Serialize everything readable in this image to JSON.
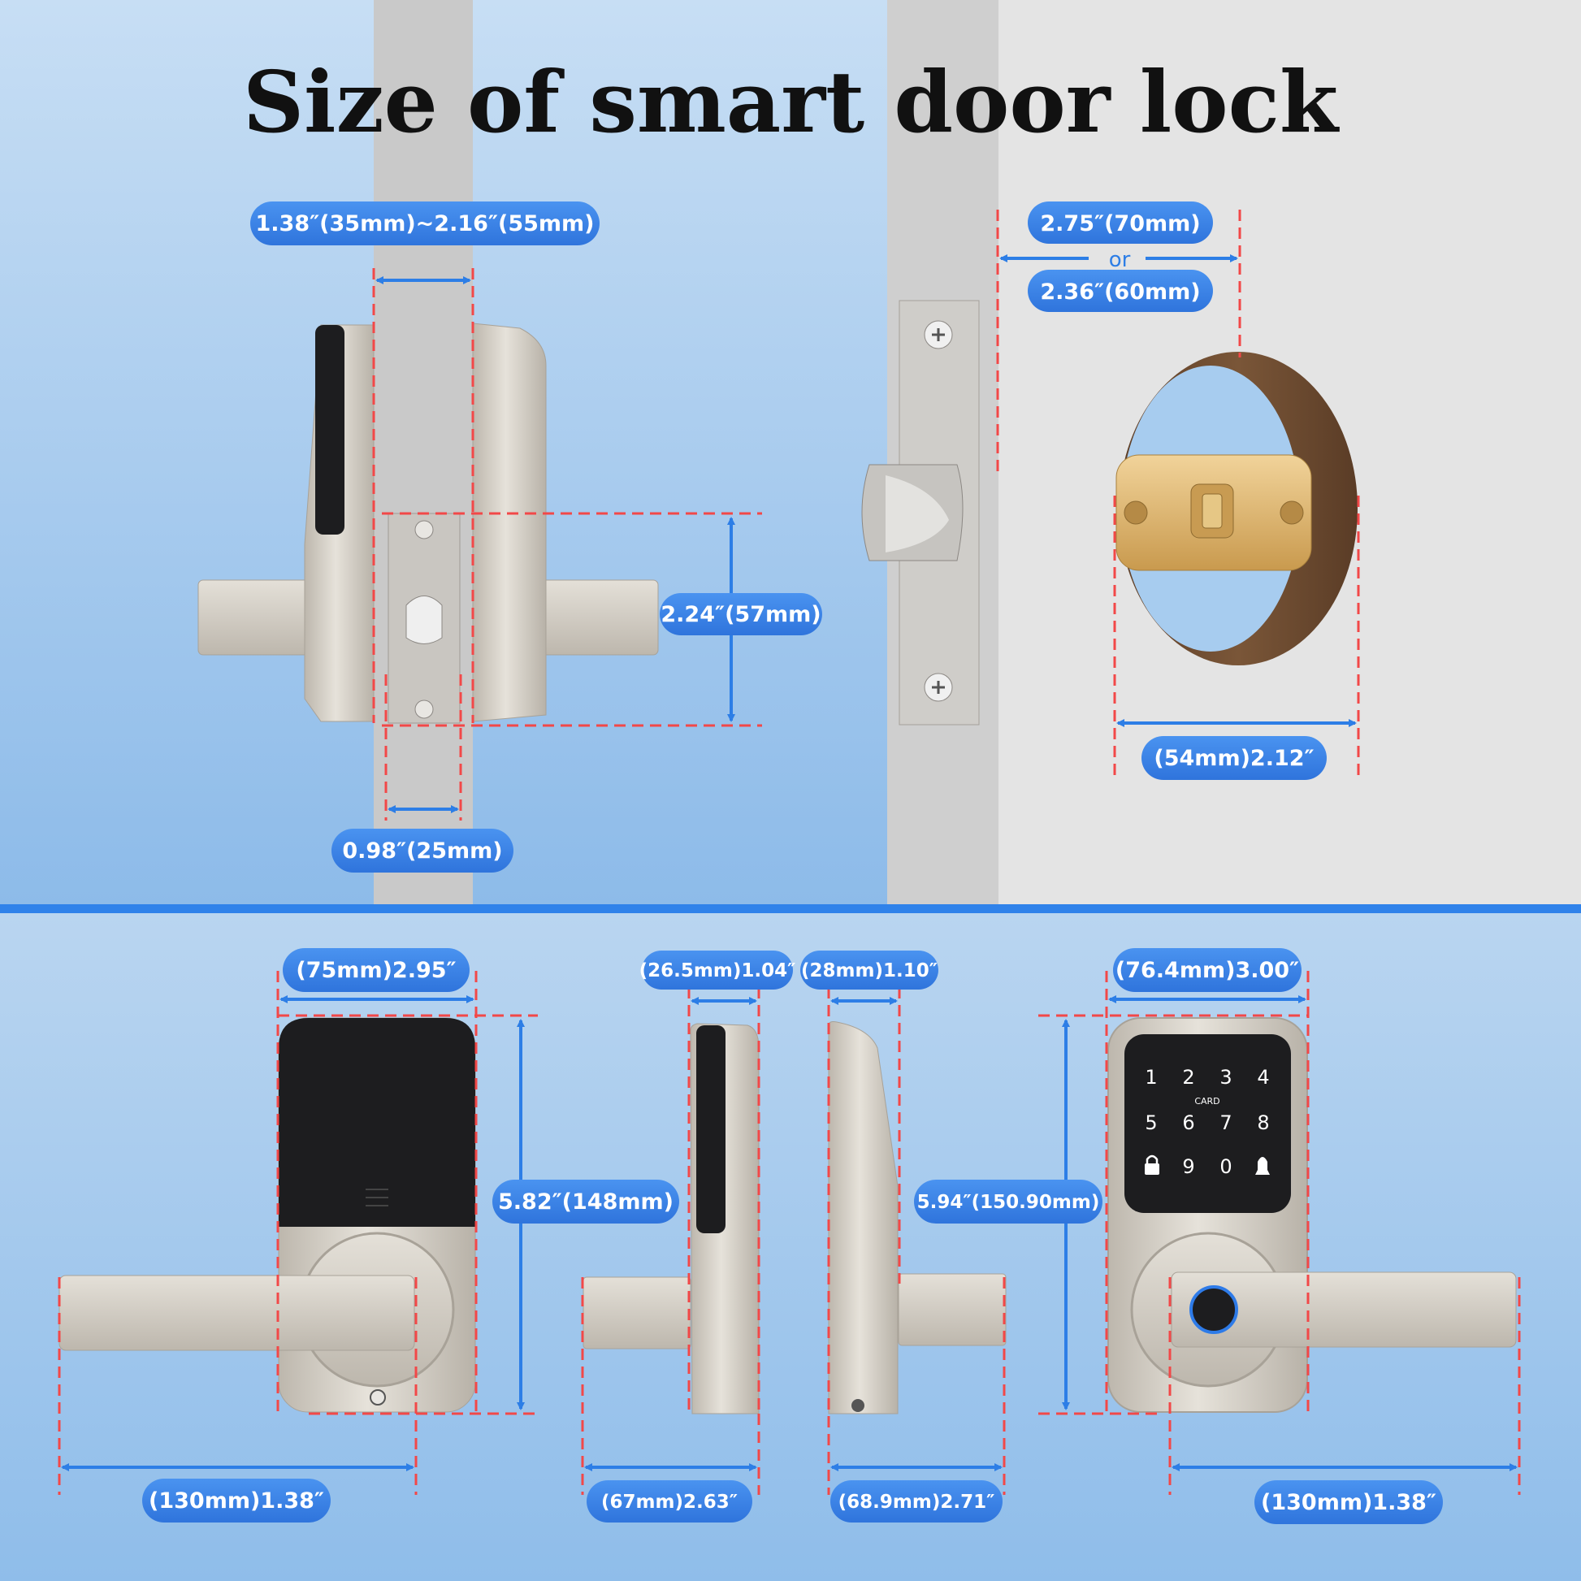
{
  "title": "Size of smart door lock",
  "colors": {
    "pill_blue": "#3f86e8",
    "arrow_blue": "#2d7ee6",
    "guide_red": "#f24848",
    "divider": "#2f82ea",
    "nickel": "#d4cfc6",
    "black_panel": "#1d1d1f",
    "wood": "#6b4a30",
    "brass": "#d9b06a"
  },
  "top_left": {
    "door_thickness": "1.38″(35mm)~2.16″(55mm)",
    "latch_plate_height": "2.24″(57mm)",
    "latch_plate_width": "0.98″(25mm)"
  },
  "top_right": {
    "backset_primary": "2.75″(70mm)",
    "backset_or": "or",
    "backset_secondary": "2.36″(60mm)",
    "bore_diameter": "(54mm)2.12″"
  },
  "bottom": {
    "front_width": "(75mm)2.95″",
    "front_height": "5.82″(148mm)",
    "front_lever_length": "(130mm)1.38″",
    "side1_depth": "(26.5mm)1.04″",
    "side1_total_depth": "(67mm)2.63″",
    "side2_depth": "(28mm)1.10″",
    "side2_total_depth": "(68.9mm)2.71″",
    "back_width": "(76.4mm)3.00″",
    "back_height": "5.94″(150.90mm)",
    "back_lever_length": "(130mm)1.38″"
  },
  "keypad": {
    "keys": [
      "1",
      "2",
      "3",
      "4",
      "5",
      "6",
      "7",
      "8",
      "",
      "9",
      "0",
      ""
    ],
    "card_label": "CARD",
    "icons": [
      "lock-star-icon",
      "doorbell-check-icon"
    ]
  }
}
